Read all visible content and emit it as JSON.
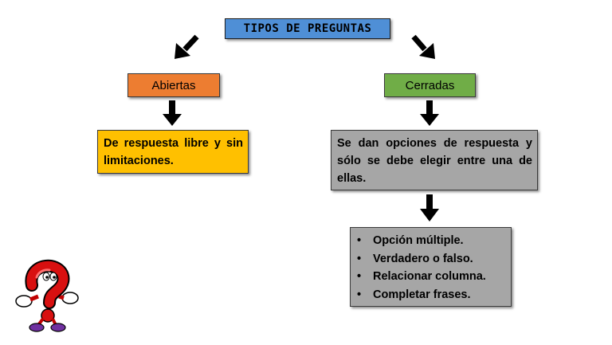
{
  "title": "TIPOS DE PREGUNTAS",
  "categories": {
    "open": {
      "label": "Abiertas",
      "description": "De respuesta libre y sin limitaciones."
    },
    "closed": {
      "label": "Cerradas",
      "description": "Se dan opciones de respuesta y sólo se debe elegir entre una de ellas.",
      "options": [
        "Opción múltiple.",
        "Verdadero o falso.",
        "Relacionar columna.",
        "Completar frases."
      ]
    }
  },
  "colors": {
    "title": "#4f8fd6",
    "open": "#ed7d31",
    "closed": "#70ad47",
    "open_description": "#ffc000",
    "closed_description": "#a6a6a6"
  },
  "icons": [
    "arrow-down-left-icon",
    "arrow-down-right-icon",
    "arrow-down-icon",
    "question-mark-mascot-icon"
  ]
}
